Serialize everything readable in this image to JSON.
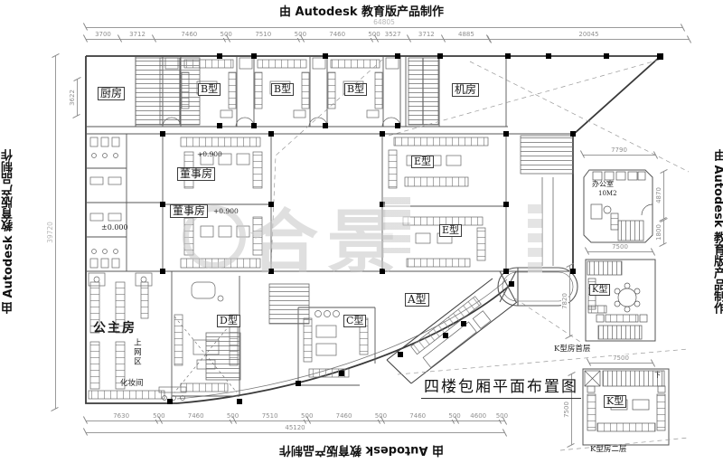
{
  "border_labels": {
    "top": "由 Autodesk 教育版产品制作",
    "bottom": "由 Autodesk 教育版产品制作",
    "left": "由 Autodesk 教育版产品制作",
    "right": "由 Autodesk 教育版产品制作"
  },
  "title": {
    "text": "四楼包厢平面布置图"
  },
  "watermark": {
    "text": "合景"
  },
  "dimensions": {
    "top_total": [
      "64805"
    ],
    "top": [
      "3700",
      "3712",
      "7460",
      "500",
      "7510",
      "500",
      "7460",
      "500",
      "3527",
      "3712",
      "4885"
    ],
    "top_right": [
      "20045"
    ],
    "left_upper": [
      "3622"
    ],
    "left_total": [
      "39720"
    ],
    "bottom": [
      "7630",
      "500",
      "7460",
      "500",
      "7510",
      "500",
      "7460",
      "500",
      "7460",
      "500",
      "4600",
      "500"
    ],
    "bottom_total": [
      "45120"
    ],
    "office_width": [
      "7790"
    ],
    "office_height": [
      "4870"
    ],
    "office_stair": [
      "1800"
    ],
    "office_bottom": [
      "7500"
    ],
    "k1_height": [
      "7820"
    ],
    "k1_width": [
      "7500"
    ],
    "k2_height": [
      "7500"
    ]
  },
  "rooms": {
    "kitchen": "厨房",
    "b1": "B型",
    "b2": "B型",
    "b3": "B型",
    "machine": "机房",
    "director1": "董事房",
    "director2": "董事房",
    "e1": "E型",
    "e2": "E型",
    "princess": "公主房",
    "internet": "上网区",
    "makeup": "化妆间",
    "d": "D型",
    "c": "C型",
    "a": "A型",
    "office": "办公室",
    "office_area": "10M2",
    "k1": "K型",
    "k2": "K型",
    "k1_caption": "K型房首层",
    "k2_caption": "K型房二层",
    "down": "下"
  },
  "elevations": {
    "dir1": "+0.900",
    "dir2": "+0.900",
    "zero": "±0.000"
  }
}
